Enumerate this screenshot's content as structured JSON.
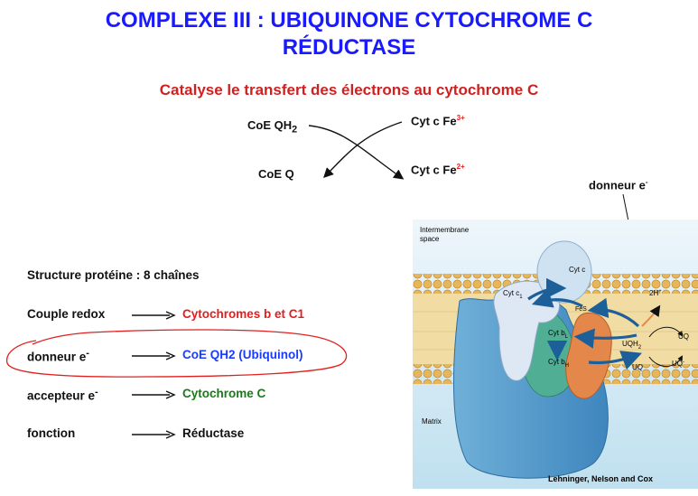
{
  "title_line1": "COMPLEXE III : UBIQUINONE CYTOCHROME C",
  "title_line2": "RÉDUCTASE",
  "subtitle": "Catalyse  le transfert des électrons au cytochrome C",
  "reaction": {
    "left_top": "CoE QH",
    "left_top_sub": "2",
    "left_bottom": "CoE Q",
    "right_top": "Cyt c Fe",
    "right_top_sup": "3+",
    "right_bottom": "Cyt c Fe",
    "right_bottom_sup": "2+"
  },
  "donneur_top": "donneur e",
  "donneur_top_sup": "-",
  "structure": "Structure protéine : 8  chaînes",
  "rows": [
    {
      "label": "Couple redox",
      "sup": "",
      "value": "Cytochromes b et C1",
      "color": "#e02020"
    },
    {
      "label": "donneur e",
      "sup": "-",
      "value": "CoE QH2 (Ubiquinol)",
      "color": "#1a3cff"
    },
    {
      "label": "accepteur e",
      "sup": "-",
      "value": "Cytochrome C",
      "color": "#1a7a1a"
    },
    {
      "label": "fonction",
      "sup": "",
      "value": "Réductase",
      "color": "#111111"
    }
  ],
  "figure": {
    "intermembrane": "Intermembrane",
    "space": "space",
    "matrix": "Matrix",
    "cytc": "Cyt c",
    "cytc1": "Cyt c",
    "cytc1_sub": "1",
    "fes": "FeS",
    "cytbl": "Cyt b",
    "cytbl_sub": "L",
    "cytbh": "Cyt b",
    "cytbh_sub": "H",
    "h2": "2H",
    "h2_sup": "+",
    "uqh2": "UQH",
    "uqh2_sub": "2",
    "uq1": "UQ",
    "uq2": "UQ",
    "uq3": "UQ",
    "uq3_sup": "-",
    "credit": "Lehninger, Nelson and Cox"
  },
  "colors": {
    "title": "#1a1aff",
    "subtitle": "#d02020",
    "highlight": "#e02020"
  }
}
